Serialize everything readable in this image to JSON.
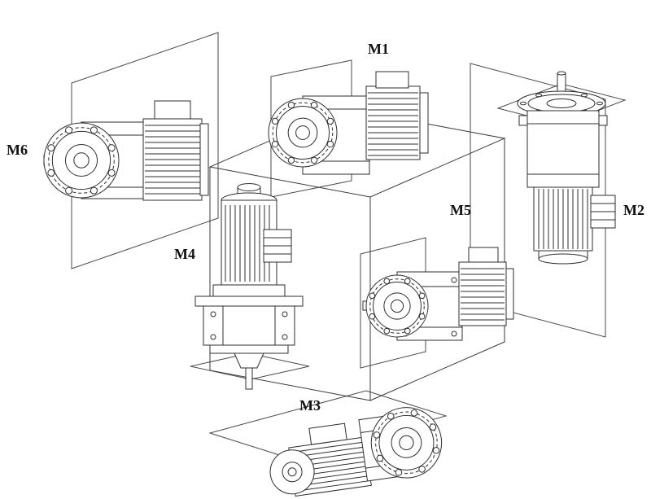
{
  "diagram": {
    "labels": {
      "m1": "M1",
      "m2": "M2",
      "m3": "M3",
      "m4": "M4",
      "m5": "M5",
      "m6": "M6"
    }
  }
}
